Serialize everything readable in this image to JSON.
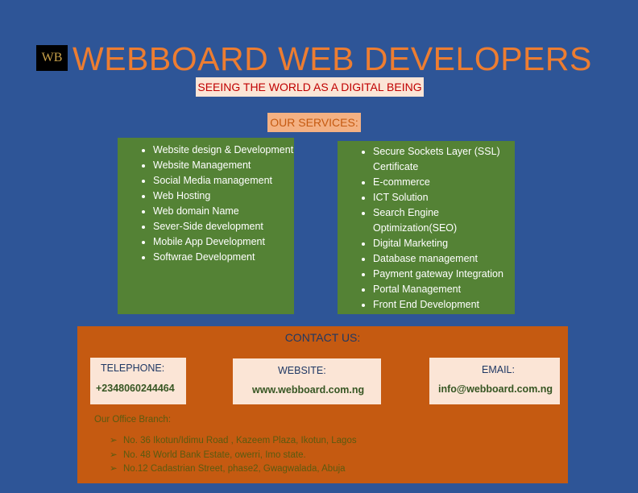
{
  "logo": {
    "text": "WB"
  },
  "title": "WEBBOARD WEB DEVELOPERS",
  "tagline": "SEEING THE WORLD AS A DIGITAL BEING",
  "services_heading": "OUR SERVICES:",
  "services_left": [
    "Website design  & Development",
    "Website Management",
    "Social Media management",
    "Web Hosting",
    "Web domain Name",
    "Sever-Side development",
    "Mobile App Development",
    "Softwrae Development"
  ],
  "services_right": [
    "Secure Sockets Layer (SSL) Certificate",
    "E-commerce",
    "ICT Solution",
    "Search Engine Optimization(SEO)",
    "Digital Marketing",
    "Database management",
    "Payment gateway Integration",
    "Portal Management",
    "Front End Development"
  ],
  "contact": {
    "heading": "CONTACT US:",
    "telephone_label": "TELEPHONE:",
    "telephone": "+2348060244464",
    "website_label": "WEBSITE:",
    "website": "www.webboard.com.ng",
    "email_label": "EMAIL:",
    "email": "info@webboard.com.ng",
    "branch_heading": "Our Office Branch:",
    "branches": [
      "No. 36 Ikotun/Idimu Road , Kazeem Plaza, Ikotun, Lagos",
      "No. 48 World Bank Estate, owerri, Imo state.",
      "No.12 Cadastrian Street, phase2, Gwagwalada, Abuja"
    ]
  }
}
